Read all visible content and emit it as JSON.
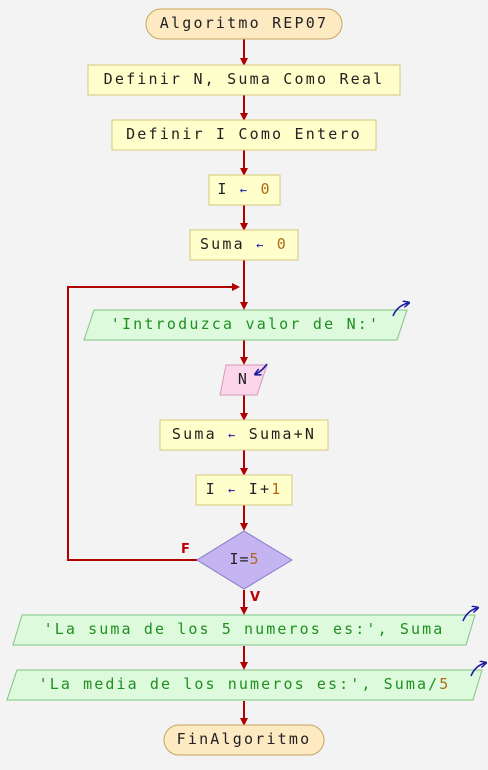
{
  "start": "Algoritmo REP07",
  "define1": "Definir N, Suma Como Real",
  "define2": "Definir I Como Entero",
  "assign_i": {
    "var": "I",
    "op": "←",
    "val": "0"
  },
  "assign_suma": {
    "var": "Suma",
    "op": "←",
    "val": "0"
  },
  "output1": "'Introduzca valor de N:'",
  "input_n": "N",
  "assign_suma_n": {
    "var": "Suma",
    "op": "←",
    "expr": "Suma+N"
  },
  "assign_i_inc": {
    "var": "I",
    "op": "←",
    "expr": "I+",
    "num": "1"
  },
  "condition": {
    "lhs": "I",
    "op": "=",
    "num": "5"
  },
  "branch_false": "F",
  "branch_true": "V",
  "output2": {
    "text": "'La suma de los 5 numeros es:', Suma"
  },
  "output3": {
    "text": "'La media de los numeros es:', Suma/",
    "num": "5"
  },
  "end": "FinAlgoritmo",
  "colors": {
    "process_fill": "#ffffcc",
    "process_stroke": "#d6c77a",
    "terminal_fill": "#fde9c2",
    "terminal_stroke": "#c9a45c",
    "io_fill": "#ddfadd",
    "io_stroke": "#7fc47f",
    "input_fill": "#fbd6ea",
    "input_stroke": "#d39ab9",
    "decision_fill": "#c4b4f2",
    "decision_stroke": "#8a77c9",
    "arrow": "#b00000",
    "string": "#1f8f1f",
    "number": "#b06a17"
  }
}
